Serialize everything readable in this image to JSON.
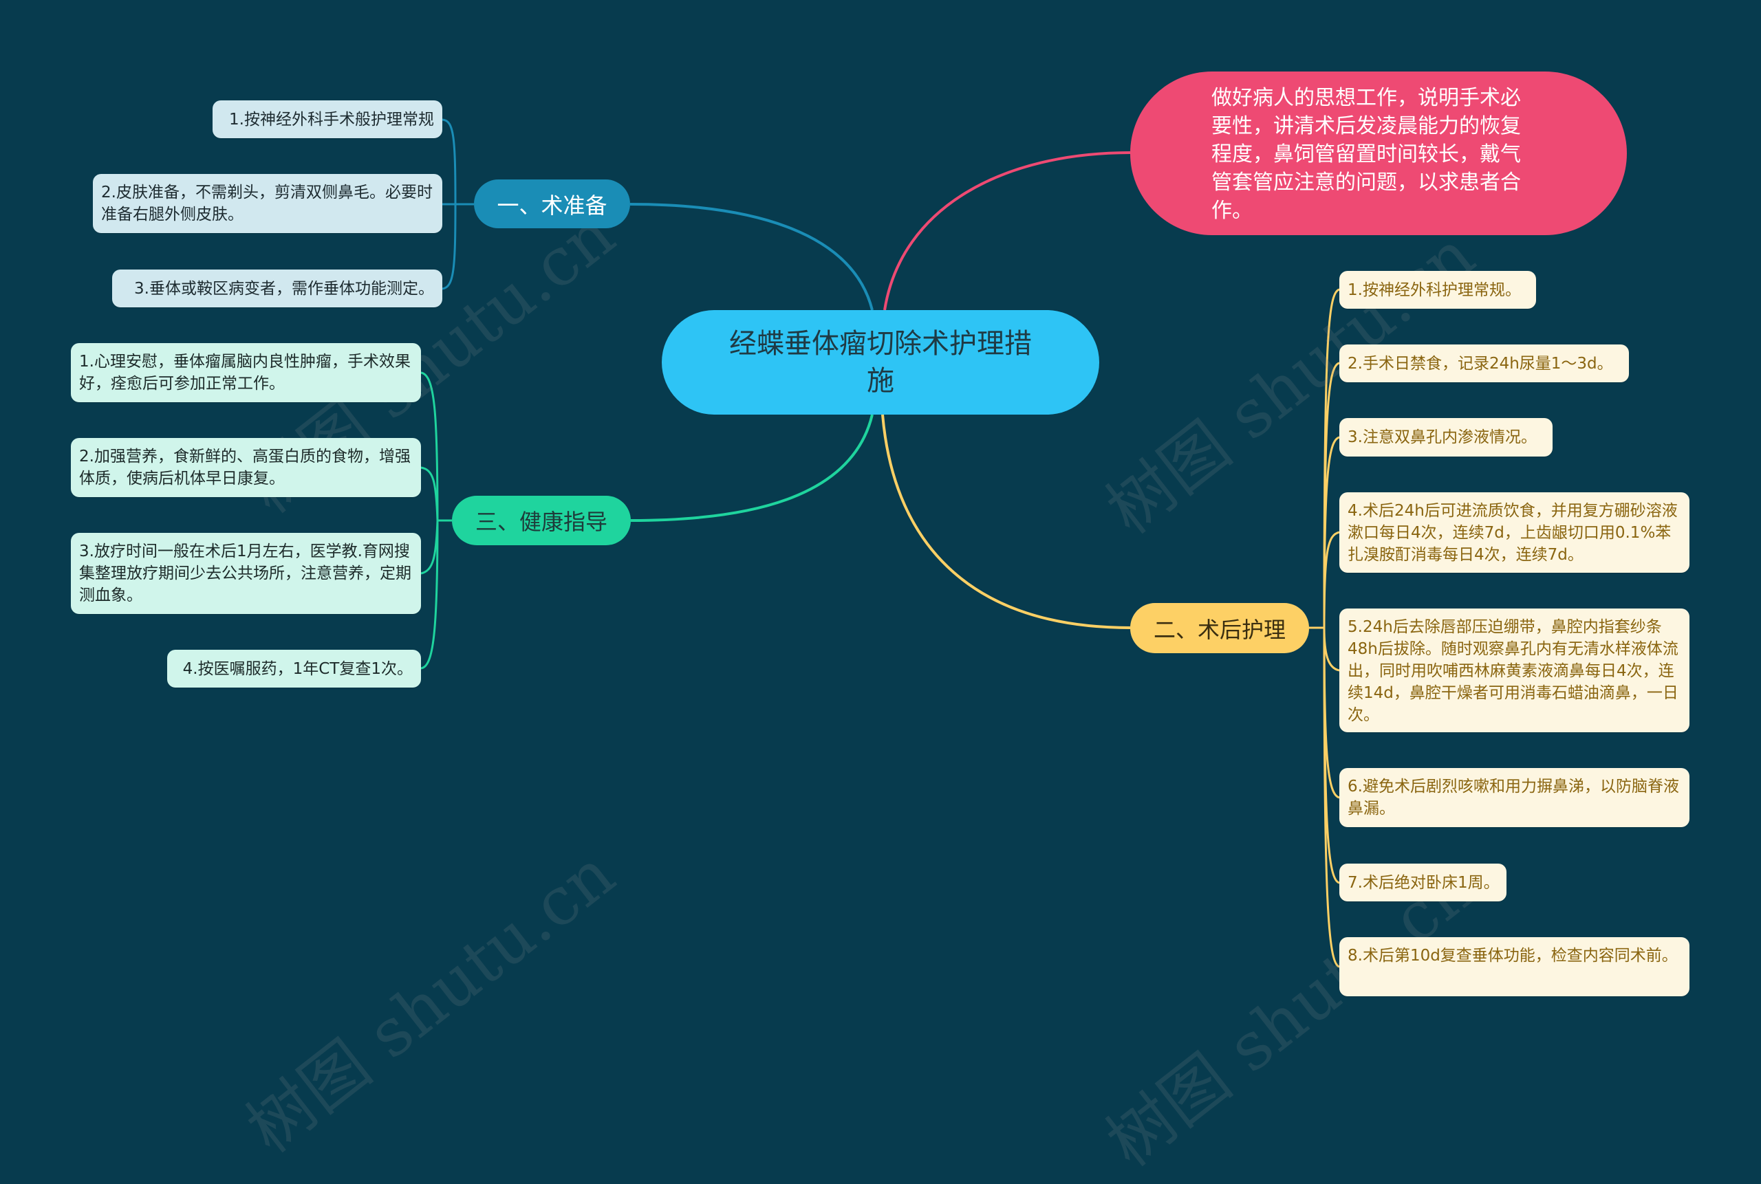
{
  "root": {
    "title": "经蝶垂体瘤切除术护理措施"
  },
  "colors": {
    "background": "#073b4e",
    "root": "#2ec4f5",
    "pink": "#ee4a73",
    "blue": "#1a8db6",
    "green": "#1fd49e",
    "yellow": "#fdd065"
  },
  "topics": {
    "pink_note": {
      "text": "做好病人的思想工作，说明手术必要性，讲清术后发凌晨能力的恢复程度，鼻饲管留置时间较长，戴气管套管应注意的问题，以求患者合作。"
    },
    "preop": {
      "label": "一、术准备",
      "items": [
        "1.按神经外科手术般护理常规",
        "2.皮肤准备，不需剃头，剪清双侧鼻毛。必要时准备右腿外侧皮肤。",
        "3.垂体或鞍区病变者，需作垂体功能测定。"
      ]
    },
    "postop": {
      "label": "二、术后护理",
      "items": [
        "1.按神经外科护理常规。",
        "2.手术日禁食，记录24h尿量1～3d。",
        "3.注意双鼻孔内渗液情况。",
        "4.术后24h后可进流质饮食，并用复方硼砂溶液漱口每日4次，连续7d，上齿龈切口用0.1%苯扎溴胺酊消毒每日4次，连续7d。",
        "5.24h后去除唇部压迫绷带，鼻腔内指套纱条48h后拔除。随时观察鼻孔内有无清水样液体流出，同时用吹哺西林麻黄素液滴鼻每日4次，连续14d，鼻腔干燥者可用消毒石蜡油滴鼻，一日次。",
        "6.避免术后剧烈咳嗽和用力摒鼻涕，以防脑脊液鼻漏。",
        "7.术后绝对卧床1周。",
        "8.术后第10d复查垂体功能，检查内容同术前。"
      ]
    },
    "health": {
      "label": "三、健康指导",
      "items": [
        "1.心理安慰，垂体瘤属脑内良性肿瘤，手术效果好，痊愈后可参加正常工作。",
        "2.加强营养，食新鲜的、高蛋白质的食物，增强体质，使病后机体早日康复。",
        "3.放疗时间一般在术后1月左右，医学教.育网搜集整理放疗期间少去公共场所，注意营养，定期测血象。",
        "4.按医嘱服药，1年CT复查1次。"
      ]
    }
  },
  "watermark": {
    "text": "树图 shutu.cn"
  }
}
